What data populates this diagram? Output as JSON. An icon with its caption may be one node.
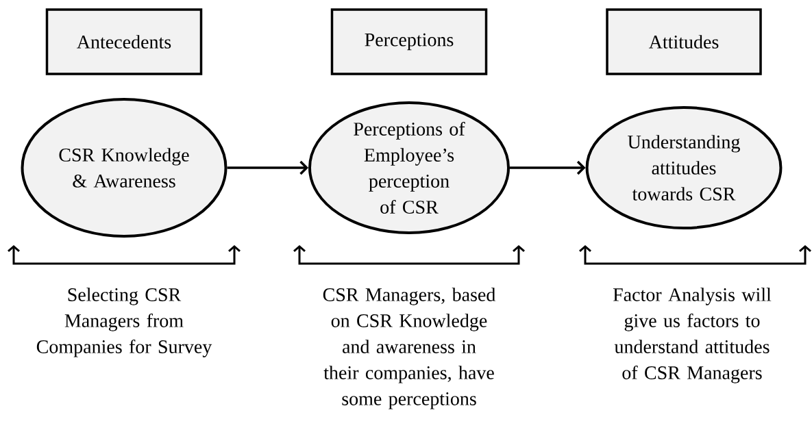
{
  "diagram": {
    "nodes": [
      {
        "text": [
          "Antecedents"
        ]
      },
      {
        "text": [
          "Perceptions"
        ]
      },
      {
        "text": [
          "Attitudes"
        ]
      },
      {
        "text": [
          "CSR Knowledge & Awareness"
        ]
      },
      {
        "text": [
          "Perceptions of Employee’s perception of CSR"
        ]
      },
      {
        "text": [
          "Understanding attitudes towards CSR"
        ]
      }
    ],
    "edges": [
      {
        "from": 3,
        "to": 4,
        "arrow": "to"
      },
      {
        "from": 4,
        "to": 5,
        "arrow": "to"
      }
    ],
    "labels": [
      "Selecting CSR Managers from Companies for Survey",
      "CSR Managers, based on CSR Knowledge and awareness in their companies, have some perceptions",
      "Factor Analysis will give us factors to understand attitudes of CSR Managers"
    ]
  }
}
